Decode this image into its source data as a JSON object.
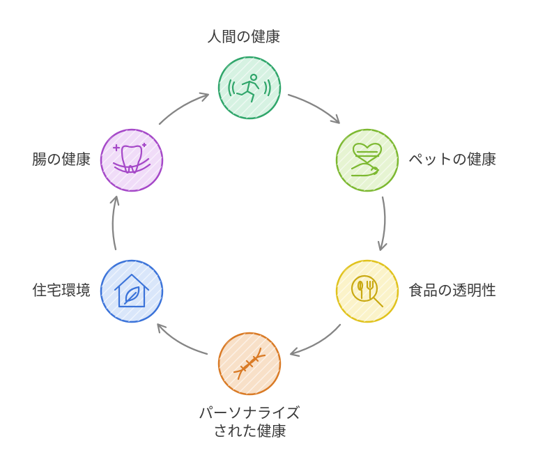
{
  "diagram": {
    "type": "cycle",
    "nodes": [
      {
        "id": "human",
        "label": "人間の健康",
        "icon": "running-person-icon",
        "color": "#2fa56a",
        "fill": "#d6f2e2"
      },
      {
        "id": "pet",
        "label": "ペットの健康",
        "icon": "heart-in-hand-icon",
        "color": "#7cb830",
        "fill": "#e6f4d2"
      },
      {
        "id": "food",
        "label": "食品の透明性",
        "icon": "fork-magnifier-icon",
        "color": "#e0c21c",
        "fill": "#fbf3c9"
      },
      {
        "id": "personalized",
        "label_lines": [
          "パーソナライズ",
          "された健康"
        ],
        "icon": "dna-icon",
        "color": "#d97a25",
        "fill": "#f8e0c8"
      },
      {
        "id": "home",
        "label": "住宅環境",
        "icon": "house-leaf-icon",
        "color": "#3b73d9",
        "fill": "#d9e6fa"
      },
      {
        "id": "gut",
        "label": "腸の健康",
        "icon": "tooth-sparkle-icon",
        "color": "#a548c8",
        "fill": "#f0dcf8"
      }
    ],
    "arrow_color": "#858585"
  }
}
